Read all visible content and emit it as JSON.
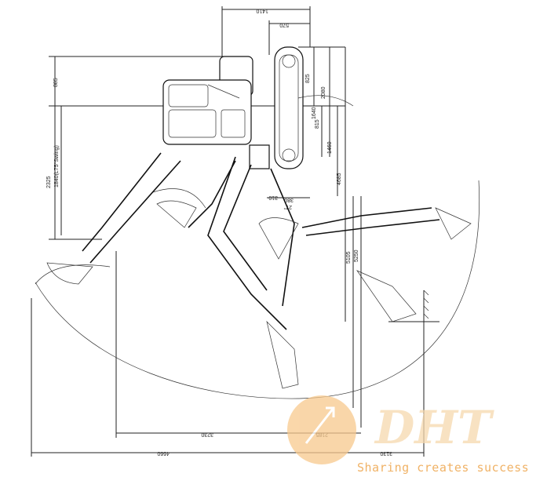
{
  "dimensions": {
    "top_1410": "1410",
    "top_570": "570",
    "left_885": "885",
    "left_2325": "2325",
    "left_1840": "1840(L75°Swing)",
    "right_825": "825",
    "right_2080": "2080",
    "right_815": "815",
    "right_1640": "1640",
    "right_1460": "1460",
    "right_4685": "4685",
    "mid_310": "310",
    "mid_380": "380",
    "mid_27": "27°",
    "mid_5105": "5105",
    "mid_5250": "5250",
    "bottom_3230": "3230",
    "bottom_2185": "2185",
    "bottom_4660": "4660",
    "bottom_3130": "3130"
  },
  "watermark": {
    "logo": "DHT",
    "tagline": "Sharing creates success",
    "color": "#f0b266"
  }
}
